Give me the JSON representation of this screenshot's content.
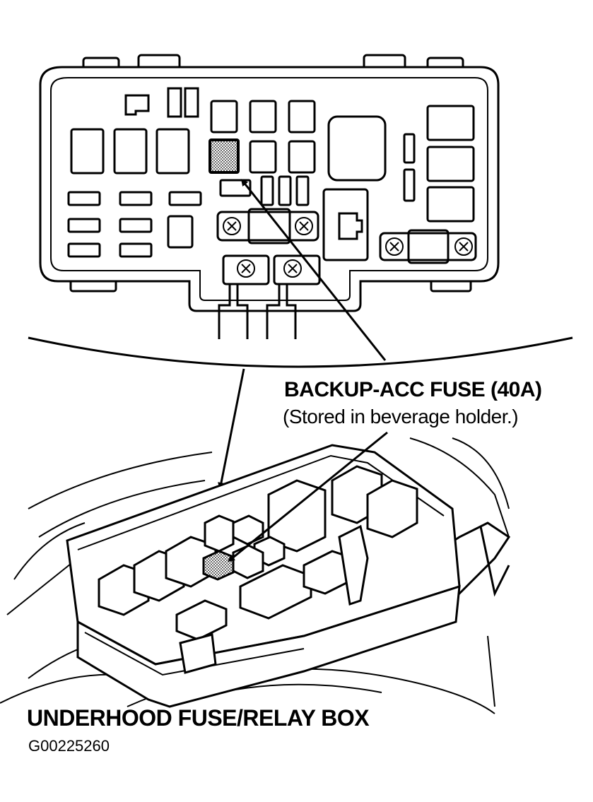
{
  "callout": {
    "title": "BACKUP-ACC FUSE (40A)",
    "subtitle": "(Stored in beverage holder.)"
  },
  "box_title": "UNDERHOOD FUSE/RELAY BOX",
  "figure_id": "G00225260",
  "colors": {
    "line": "#000000",
    "background": "#ffffff",
    "highlight_fuse": "#c8c8c8"
  }
}
